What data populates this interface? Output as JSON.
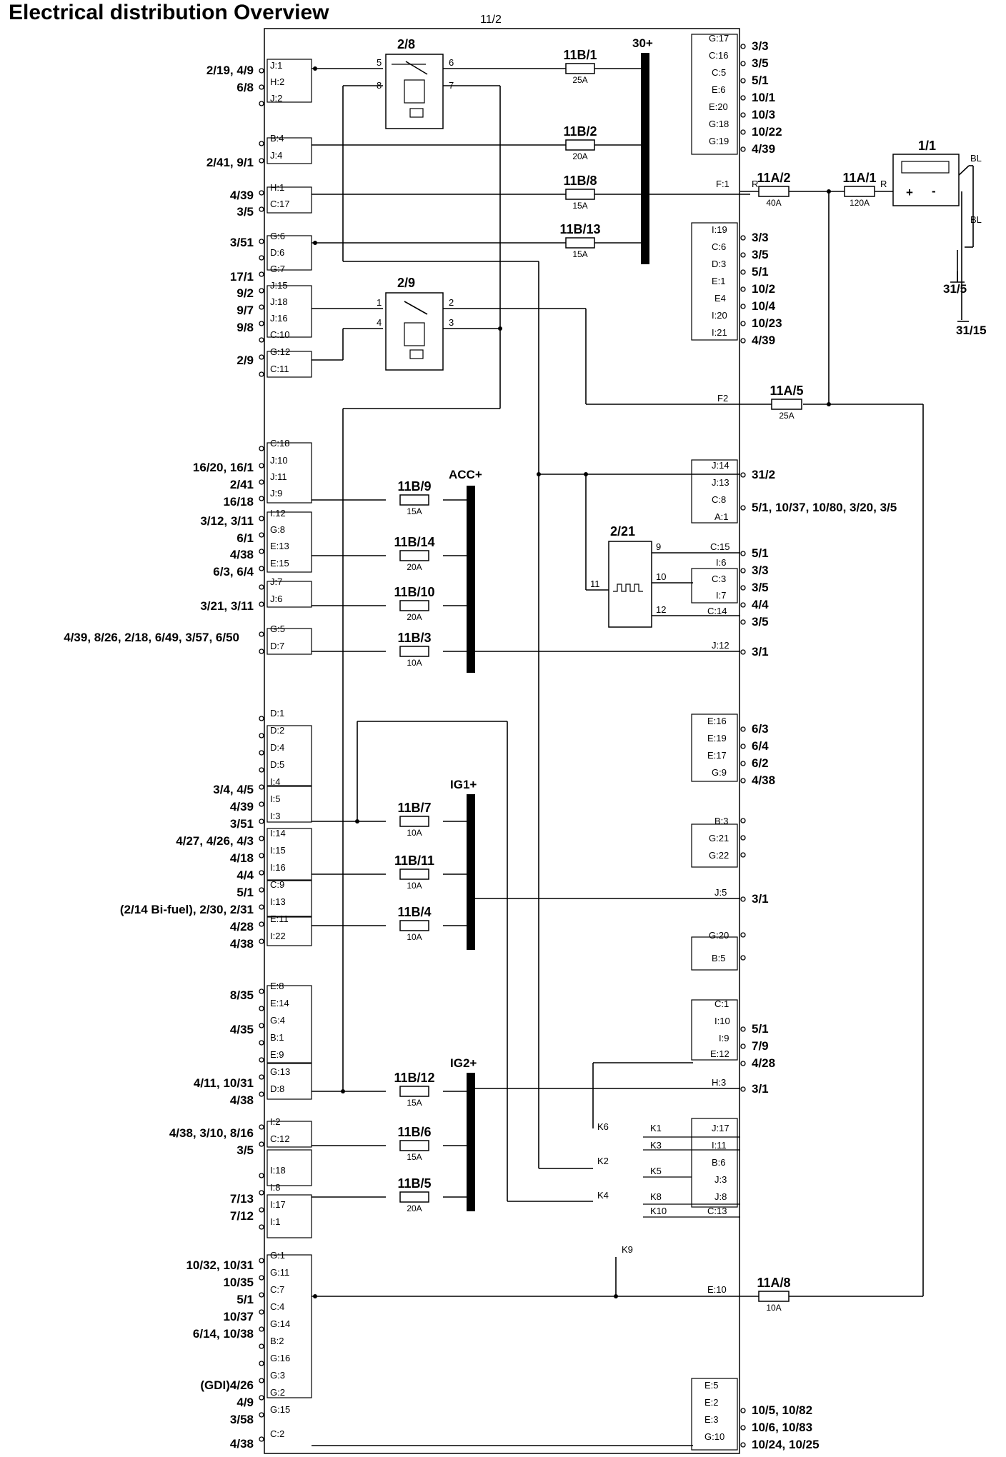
{
  "title": "Electrical distribution Overview",
  "unit_label": "11/2",
  "buses": [
    "30+",
    "ACC+",
    "IG1+",
    "IG2+"
  ],
  "relays": [
    "2/8",
    "2/9"
  ],
  "module": "2/21",
  "battery": "1/1",
  "wire_color": "BL",
  "ground_left": "31/5",
  "ground_right": "31/15",
  "fuses": [
    {
      "id": "11B/1",
      "amp": "25A"
    },
    {
      "id": "11B/2",
      "amp": "20A"
    },
    {
      "id": "11B/8",
      "amp": "15A"
    },
    {
      "id": "11B/13",
      "amp": "15A"
    },
    {
      "id": "11B/9",
      "amp": "15A"
    },
    {
      "id": "11B/14",
      "amp": "20A"
    },
    {
      "id": "11B/10",
      "amp": "20A"
    },
    {
      "id": "11B/3",
      "amp": "10A"
    },
    {
      "id": "11B/7",
      "amp": "10A"
    },
    {
      "id": "11B/11",
      "amp": "10A"
    },
    {
      "id": "11B/4",
      "amp": "10A"
    },
    {
      "id": "11B/12",
      "amp": "15A"
    },
    {
      "id": "11B/6",
      "amp": "15A"
    },
    {
      "id": "11B/5",
      "amp": "20A"
    },
    {
      "id": "11A/2",
      "amp": "40A"
    },
    {
      "id": "11A/1",
      "amp": "120A"
    },
    {
      "id": "11A/5",
      "amp": "25A"
    },
    {
      "id": "11A/8",
      "amp": "10A"
    }
  ],
  "left_pins": [
    "J:1",
    "H:2",
    "J:2",
    "B:4",
    "J:4",
    "H:1",
    "C:17",
    "G:6",
    "D:6",
    "G:7",
    "J:15",
    "J:18",
    "J:16",
    "C:10",
    "G:12",
    "C:11",
    "C:18",
    "J:10",
    "J:11",
    "J:9",
    "I:12",
    "G:8",
    "E:13",
    "E:15",
    "J:7",
    "J:6",
    "G:5",
    "D:7",
    "D:1",
    "D:2",
    "D:4",
    "D:5",
    "I:4",
    "I:5",
    "I:3",
    "I:14",
    "I:15",
    "I:16",
    "C:9",
    "I:13",
    "E:11",
    "I:22",
    "E:8",
    "E:14",
    "G:4",
    "B:1",
    "E:9",
    "G:13",
    "D:8",
    "I:2",
    "C:12",
    "I:18",
    "I:8",
    "I:17",
    "I:1",
    "G:1",
    "G:11",
    "C:7",
    "C:4",
    "G:14",
    "B:2",
    "G:16",
    "G:3",
    "G:2",
    "G:15",
    "C:2"
  ],
  "left_labels": [
    "2/19, 4/9",
    "6/8",
    "2/41, 9/1",
    "4/39",
    "3/5",
    "3/51",
    "17/1",
    "9/2",
    "9/7",
    "9/8",
    "2/9",
    "16/20, 16/1",
    "2/41",
    "16/18",
    "3/12, 3/11",
    "6/1",
    "4/38",
    "6/3, 6/4",
    "3/21, 3/11",
    "4/39, 8/26, 2/18, 6/49, 3/57, 6/50",
    "3/4, 4/5",
    "4/39",
    "3/51",
    "4/27, 4/26, 4/3",
    "4/18",
    "4/4",
    "5/1",
    "(2/14 Bi-fuel), 2/30, 2/31",
    "4/28",
    "4/38",
    "8/35",
    "4/35",
    "4/11, 10/31",
    "4/38",
    "4/38, 3/10, 8/16",
    "3/5",
    "7/13",
    "7/12",
    "10/32, 10/31",
    "10/35",
    "5/1",
    "10/37",
    "6/14, 10/38",
    "(GDI)4/26",
    "4/9",
    "3/58",
    "4/38"
  ],
  "right_pins": [
    "G:17",
    "C:16",
    "C:5",
    "E:6",
    "E:20",
    "G:18",
    "G:19",
    "F:1",
    "I:19",
    "C:6",
    "D:3",
    "E:1",
    "E4",
    "I:20",
    "I:21",
    "F2",
    "J:14",
    "J:13",
    "C:8",
    "A:1",
    "C:15",
    "I:6",
    "C:3",
    "I:7",
    "C:14",
    "J:12",
    "E:16",
    "E:19",
    "E:17",
    "G:9",
    "B:3",
    "G:21",
    "G:22",
    "J:5",
    "G:20",
    "B:5",
    "C:1",
    "I:10",
    "I:9",
    "E:12",
    "H:3",
    "J:17",
    "I:11",
    "B:6",
    "J:3",
    "J:8",
    "C:13",
    "E:10",
    "E:5",
    "E:2",
    "E:3",
    "G:10"
  ],
  "right_labels": [
    "3/3",
    "3/5",
    "5/1",
    "10/1",
    "10/3",
    "10/22",
    "4/39",
    "3/3",
    "3/5",
    "5/1",
    "10/2",
    "10/4",
    "10/23",
    "4/39",
    "31/2",
    "5/1, 10/37, 10/80, 3/20, 3/5",
    "5/1",
    "3/3",
    "3/5",
    "4/4",
    "3/5",
    "3/1",
    "6/3",
    "6/4",
    "6/2",
    "4/38",
    "3/1",
    "5/1",
    "7/9",
    "4/28",
    "3/1",
    "10/5, 10/82",
    "10/6, 10/83",
    "10/24, 10/25"
  ],
  "k_labels": [
    "K6",
    "K2",
    "K4",
    "K1",
    "K3",
    "K5",
    "K8",
    "K10",
    "K9"
  ],
  "relay_pins": [
    "5",
    "6",
    "8",
    "7",
    "1",
    "2",
    "4",
    "3"
  ],
  "module_pins": [
    "9",
    "10",
    "11",
    "12"
  ],
  "wire_letters": [
    "R",
    "R"
  ],
  "battery_terms": [
    "+",
    "-"
  ]
}
